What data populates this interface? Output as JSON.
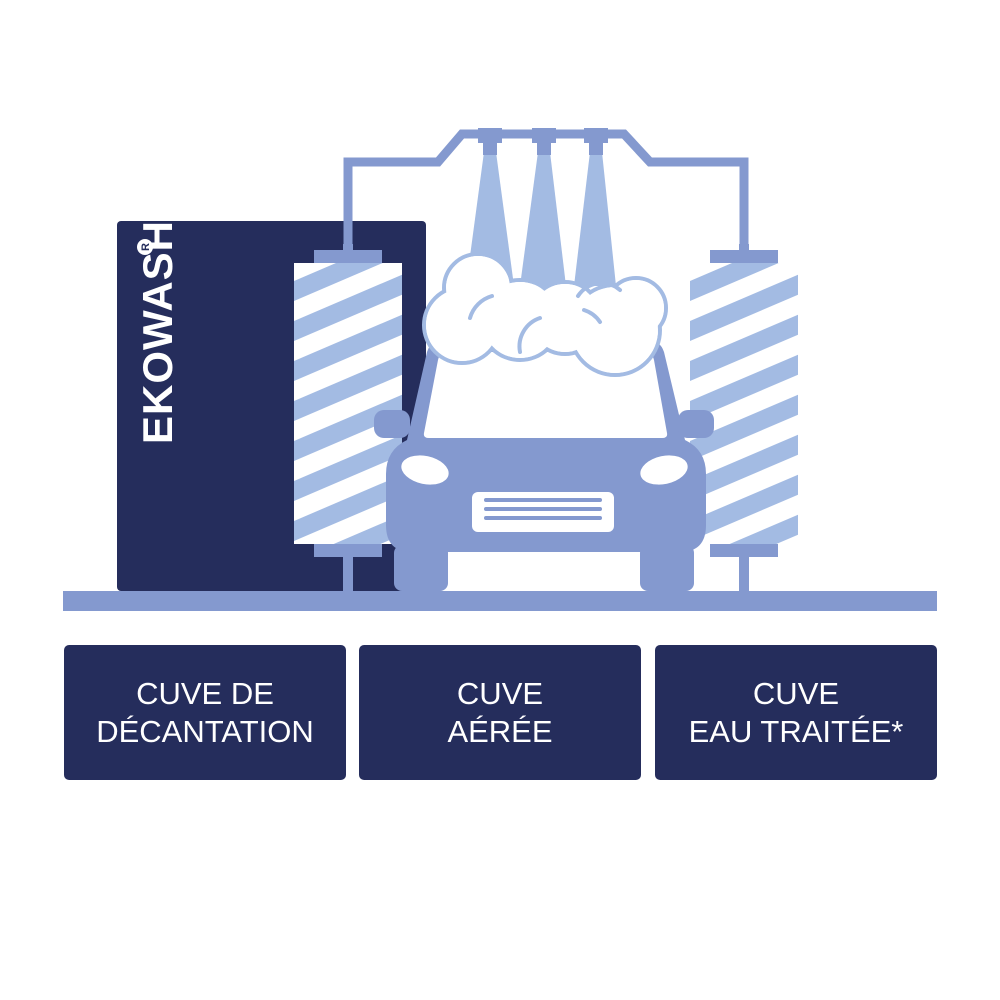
{
  "brand": {
    "name": "EKOWASH",
    "registered_mark": "R"
  },
  "tanks": [
    {
      "line1": "CUVE DE",
      "line2": "DÉCANTATION"
    },
    {
      "line1": "CUVE",
      "line2": "AÉRÉE"
    },
    {
      "line1": "CUVE",
      "line2": "EAU TRAITÉE*"
    }
  ],
  "colors": {
    "navy": "#252d5c",
    "medium_blue": "#8499cf",
    "light_blue": "#a3bbe3",
    "white": "#ffffff"
  }
}
